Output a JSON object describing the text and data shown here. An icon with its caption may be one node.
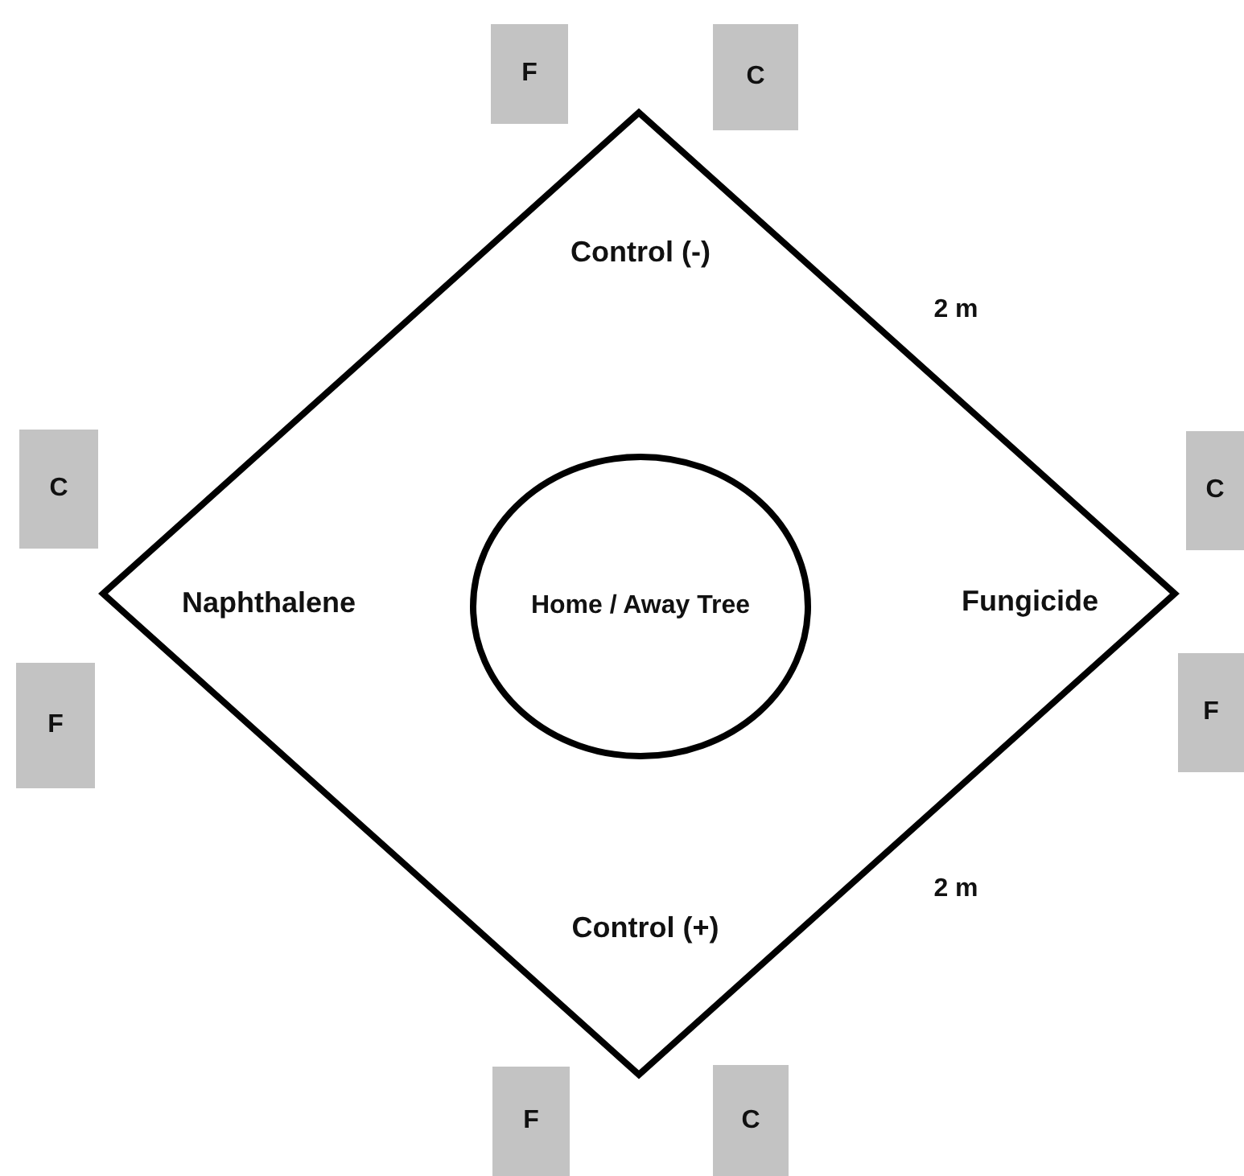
{
  "diagram": {
    "nodes": [
      {
        "text": [],
        "shape": "diamond"
      },
      {
        "text": [
          "Home / Away Tree"
        ],
        "in": 0
      },
      {
        "text": [
          "F"
        ]
      },
      {
        "text": [
          "C"
        ]
      },
      {
        "text": [
          "C"
        ]
      },
      {
        "text": [
          "C"
        ]
      },
      {
        "text": [
          "F"
        ]
      },
      {
        "text": [
          "F"
        ]
      },
      {
        "text": [
          "F"
        ]
      },
      {
        "text": [
          "C"
        ]
      }
    ],
    "labels": [
      "Control (-)",
      "2 m",
      "Naphthalene",
      "Fungicide",
      "2 m",
      "Control (+)"
    ]
  }
}
